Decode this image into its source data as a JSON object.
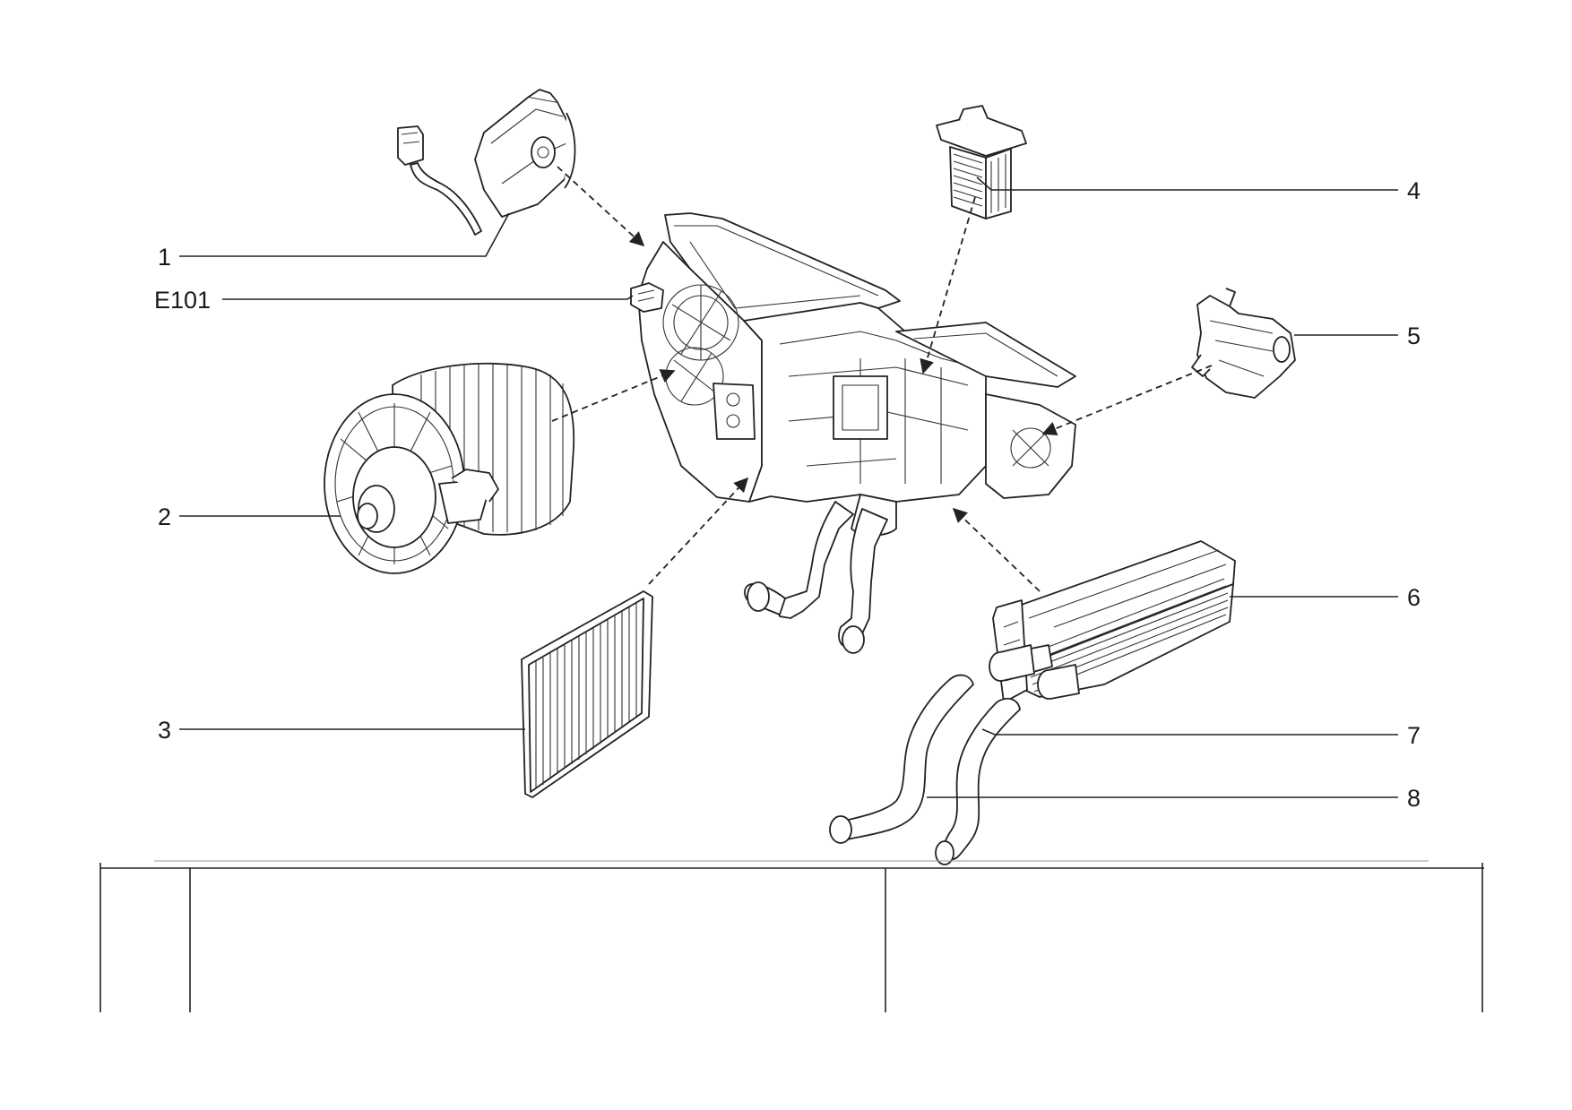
{
  "labels": {
    "c1": "1",
    "e101": "E101",
    "c2": "2",
    "c3": "3",
    "c4": "4",
    "c5": "5",
    "c6": "6",
    "c7": "7",
    "c8": "8"
  },
  "title_block": {
    "cell_a": "",
    "cell_b": "",
    "cell_c": ""
  }
}
